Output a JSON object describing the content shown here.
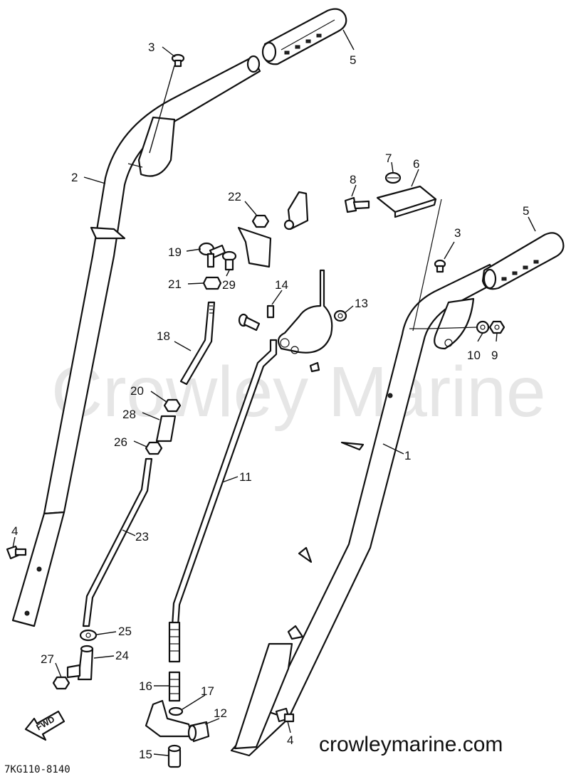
{
  "watermark": "Crowley Marine",
  "brand": "crowleymarine.com",
  "diagram_code": "7KG110-8140",
  "fwd_label": "FWD",
  "callouts": [
    {
      "id": "c3a",
      "text": "3"
    },
    {
      "id": "c5a",
      "text": "5"
    },
    {
      "id": "c2",
      "text": "2"
    },
    {
      "id": "c7",
      "text": "7"
    },
    {
      "id": "c6",
      "text": "6"
    },
    {
      "id": "c8",
      "text": "8"
    },
    {
      "id": "c22",
      "text": "22"
    },
    {
      "id": "c5b",
      "text": "5"
    },
    {
      "id": "c3b",
      "text": "3"
    },
    {
      "id": "c19",
      "text": "19"
    },
    {
      "id": "c21",
      "text": "21"
    },
    {
      "id": "c29",
      "text": "29"
    },
    {
      "id": "c14",
      "text": "14"
    },
    {
      "id": "c13",
      "text": "13"
    },
    {
      "id": "c18",
      "text": "18"
    },
    {
      "id": "c10",
      "text": "10"
    },
    {
      "id": "c9",
      "text": "9"
    },
    {
      "id": "c20",
      "text": "20"
    },
    {
      "id": "c28",
      "text": "28"
    },
    {
      "id": "c26",
      "text": "26"
    },
    {
      "id": "c1",
      "text": "1"
    },
    {
      "id": "c11",
      "text": "11"
    },
    {
      "id": "c4a",
      "text": "4"
    },
    {
      "id": "c23",
      "text": "23"
    },
    {
      "id": "c25",
      "text": "25"
    },
    {
      "id": "c27",
      "text": "27"
    },
    {
      "id": "c24",
      "text": "24"
    },
    {
      "id": "c16",
      "text": "16"
    },
    {
      "id": "c17",
      "text": "17"
    },
    {
      "id": "c12",
      "text": "12"
    },
    {
      "id": "c4b",
      "text": "4"
    },
    {
      "id": "c15",
      "text": "15"
    }
  ]
}
